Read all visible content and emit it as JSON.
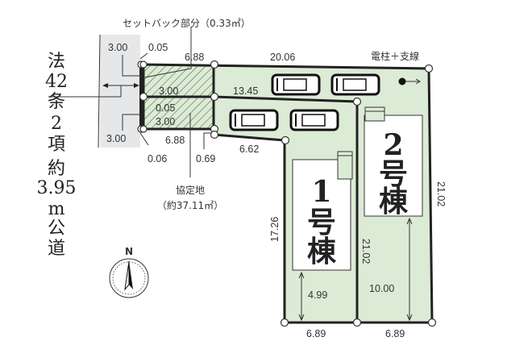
{
  "road": {
    "lines": [
      "法",
      "42",
      "条",
      "2",
      "項",
      "約",
      "3.95",
      "m",
      "公",
      "道"
    ]
  },
  "setback_label": "セットバック部分（0.33㎡）",
  "agreement_land": {
    "title": "協定地",
    "area": "（約37.11㎡）"
  },
  "utility_pole_label": "電柱＋支線",
  "dimensions": {
    "road_top": "3.00",
    "road_bottom": "3.00",
    "setback_top": "0.05",
    "setback_mid": "0.05",
    "setback_bottom": "0.06",
    "inner_top": "3.00",
    "inner_bottom": "3.00",
    "left_top": "6.88",
    "left_bottom": "6.88",
    "top": "20.06",
    "middle": "13.45",
    "step": "0.69",
    "lower": "6.62",
    "lot1_left": "17.26",
    "lot1_inner": "21.02",
    "right": "21.02",
    "lot1_setback": "4.99",
    "lot2_setback": "10.00",
    "bottom_lot1": "6.89",
    "bottom_lot2": "6.89"
  },
  "buildings": [
    {
      "number": "1",
      "suffix1": "号",
      "suffix2": "棟"
    },
    {
      "number": "2",
      "suffix1": "号",
      "suffix2": "棟"
    }
  ],
  "compass": {
    "north": "N"
  },
  "colors": {
    "lot": "#dcebd6",
    "road": "#e6e7e9",
    "hatch": "#5a7a4a"
  }
}
